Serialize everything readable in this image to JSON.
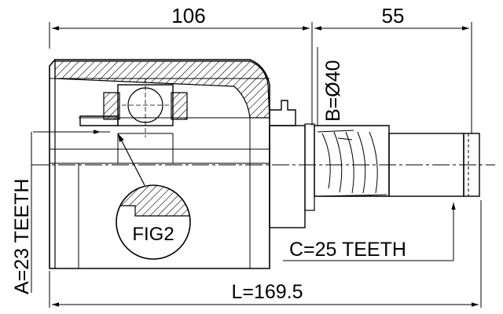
{
  "dimensions": {
    "top_left": "106",
    "top_right": "55",
    "bore_label": "B=Ø40",
    "left_label": "A=23 TEETH",
    "spline_label": "C=25 TEETH",
    "length_label": "L=169.5"
  },
  "figure_label": "FIG2"
}
